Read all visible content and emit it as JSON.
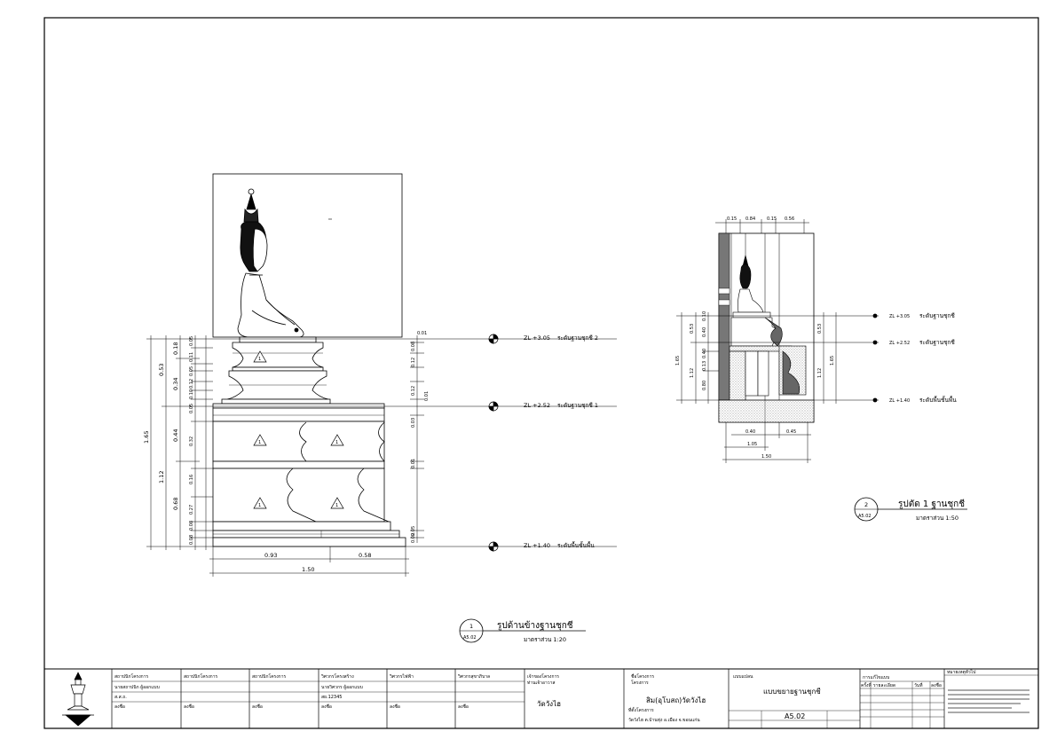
{
  "view1": {
    "dims_bottom": [
      "0.93",
      "0.58",
      "1.50"
    ],
    "dims_left_outer": [
      "1.65"
    ],
    "dims_left_mid": [
      "0.53",
      "1.12"
    ],
    "dims_left_inner": [
      "0.18",
      "0.34",
      "0.44",
      "0.68"
    ],
    "dims_left_fine": [
      "0.05",
      "0.11",
      "0.05",
      "0.12",
      "0.10",
      "0.05",
      "0.32",
      "0.16",
      "0.27",
      "0.08",
      "0.08"
    ],
    "dims_right_fine": [
      "0.01",
      "0.08",
      "0.12",
      "0.12",
      "0.01",
      "0.03",
      "0.01",
      "0.05",
      "0.02"
    ],
    "levels": [
      {
        "code": "ZL +3.05",
        "label": "ระดับฐานชุกชี 2"
      },
      {
        "code": "ZL +2.52",
        "label": "ระดับฐานชุกชี 1"
      },
      {
        "code": "ZL +1.40",
        "label": "ระดับพื้นชั้นพื้น"
      }
    ],
    "note_symbol": "1",
    "title": {
      "num": "1",
      "ref": "A5.02",
      "name": "รูปด้านข้างฐานชุกชี",
      "scale": "มาตราส่วน 1:20"
    }
  },
  "view2": {
    "dims_top": [
      "0.15",
      "0.84",
      "0.15",
      "0.56"
    ],
    "dims_left": [
      "1.65",
      "0.53",
      "1.12",
      "0.80",
      "0.10",
      "0.40",
      "0.40",
      "0.13"
    ],
    "dims_right": [
      "0.53",
      "1.65",
      "1.12"
    ],
    "dims_bottom": [
      "0.40",
      "0.45",
      "1.05",
      "1.50"
    ],
    "levels": [
      {
        "code": "ZL +3.05",
        "label": "ระดับฐานชุกชี"
      },
      {
        "code": "ZL +2.52",
        "label": "ระดับฐานชุกชี"
      },
      {
        "code": "ZL +1.40",
        "label": "ระดับพื้นชั้นพื้น"
      }
    ],
    "title": {
      "num": "2",
      "ref": "A5.02",
      "name": "รูปตัด 1 ฐานชุกชี",
      "scale": "มาตราส่วน 1:50"
    }
  },
  "title_block": {
    "boxes": [
      {
        "head": "สถาปนิกโครงการ",
        "l1": "นายสถาปนิก ผู้ออกแบบ",
        "l2": "ส.ส.ถ.",
        "l3": "ลงชื่อ"
      },
      {
        "head": "สถาปนิกโครงการ",
        "l1": "",
        "l2": "",
        "l3": "ลงชื่อ"
      },
      {
        "head": "สถาปนิกโครงการ",
        "l1": "",
        "l2": "",
        "l3": "ลงชื่อ"
      },
      {
        "head": "วิศวกรโครงสร้าง",
        "l1": "นายวิศวกร ผู้ออกแบบ",
        "l2": "สย.12345",
        "l3": "ลงชื่อ"
      },
      {
        "head": "วิศวกรไฟฟ้า",
        "l1": "",
        "l2": "",
        "l3": "ลงชื่อ"
      },
      {
        "head": "วิศวกรสุขาภิบาล",
        "l1": "",
        "l2": "",
        "l3": "ลงชื่อ"
      }
    ],
    "owner_head": "เจ้าของโครงการ",
    "owner_sub": "ท่านเจ้าอาวาส",
    "owner_name": "วัดวังไฮ",
    "project_head": "ชื่อโครงการ",
    "project_sub": "โครงการ",
    "project_name": "สิม(อุโบสถ)วัดวังไฮ",
    "location_head": "ที่ตั้งโครงการ",
    "location_text": "วัดวังไฮ ต.บ้านทุ่ง อ.เมือง จ.ขอนแก่น",
    "sheet_head": "แบบแปลน",
    "sheet_title": "แบบขยายฐานชุกชี",
    "sheet_no": "A5.02",
    "rev_head": "การแก้ไขแบบ",
    "rev_cols": [
      "ครั้งที่",
      "รายละเอียด",
      "วันที่",
      "ลงชื่อ"
    ],
    "general_head": "หมายเหตุทั่วไป"
  }
}
